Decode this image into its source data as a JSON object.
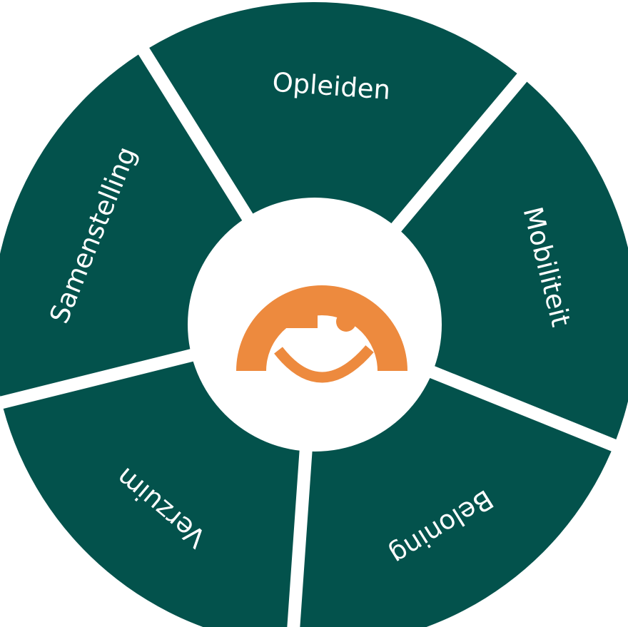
{
  "colors": {
    "segment": "#03524c",
    "background": "#ffffff",
    "logo": "#ed8a3e"
  },
  "segments": [
    {
      "label": "Opleiden"
    },
    {
      "label": "Mobiliteit"
    },
    {
      "label": "Beloning"
    },
    {
      "label": "Verzuim"
    },
    {
      "label": "Samenstelling"
    }
  ],
  "center_logo": {
    "icon": "winking-smiley-icon"
  }
}
